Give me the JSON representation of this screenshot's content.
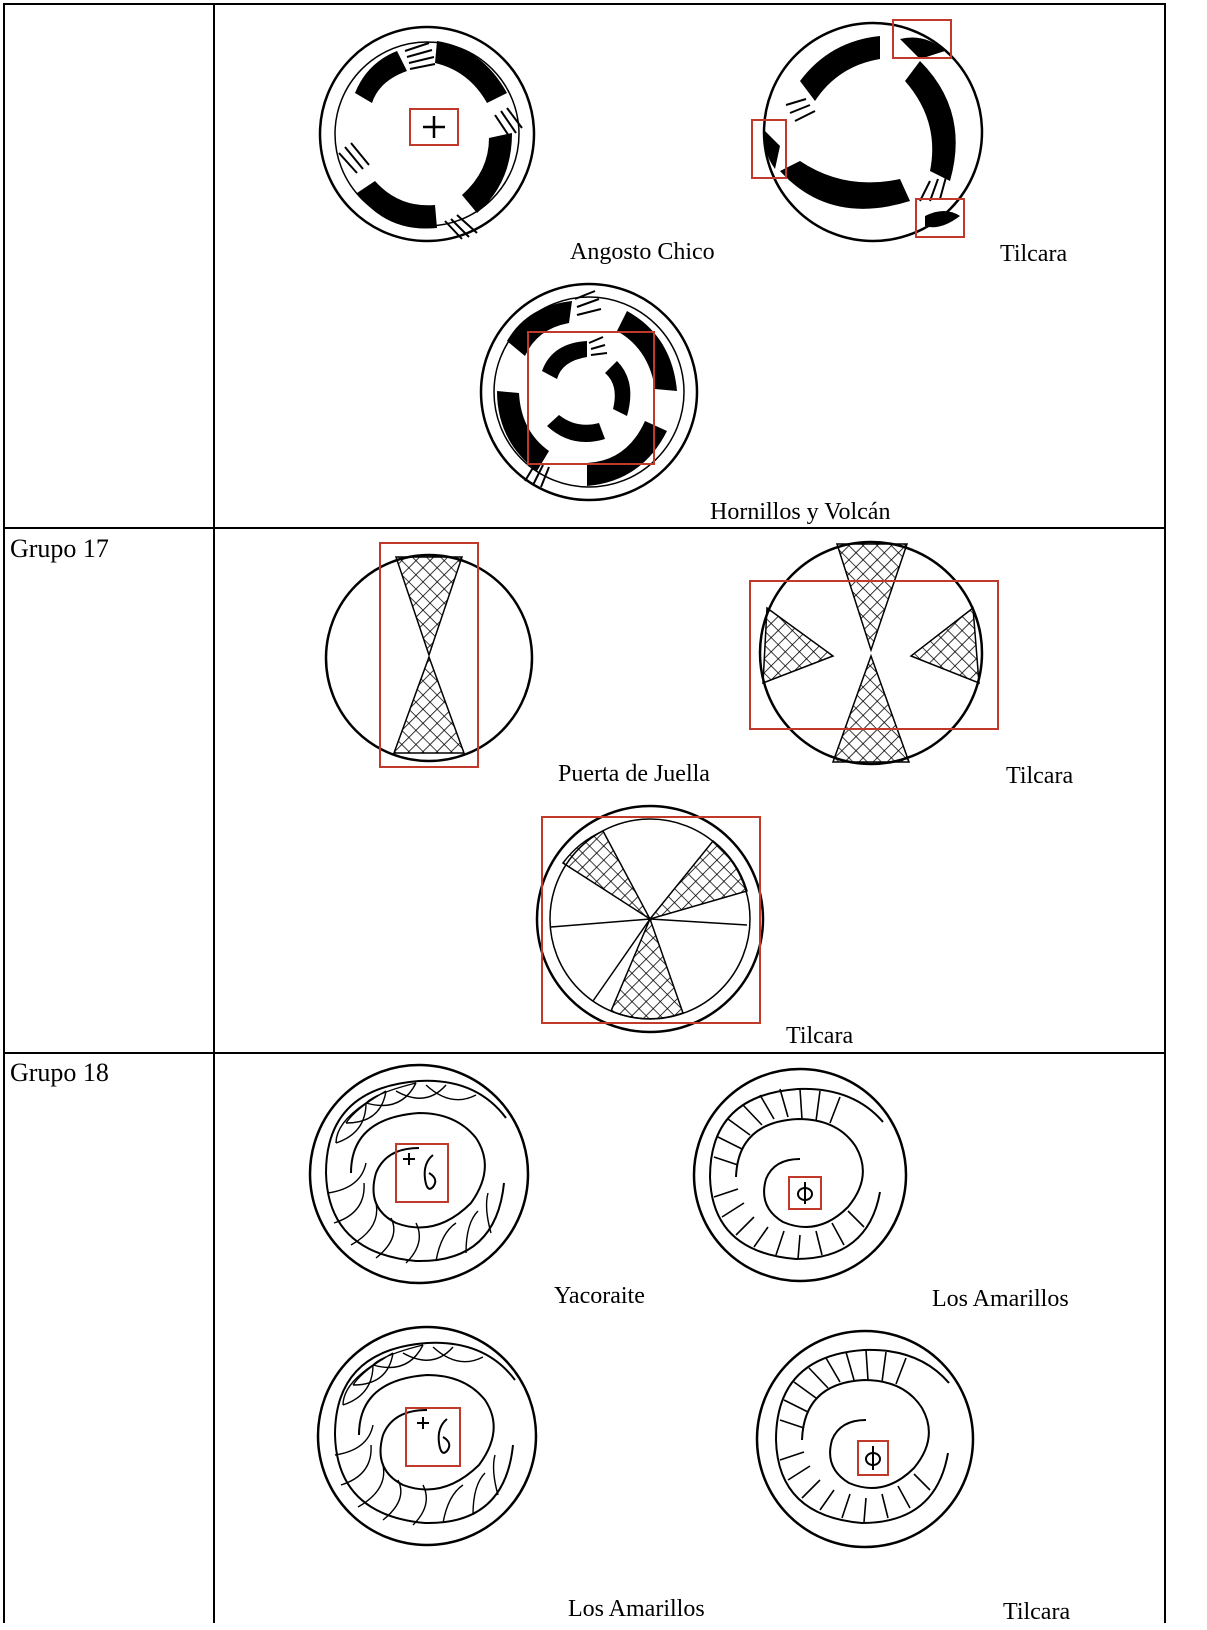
{
  "rows": [
    {
      "group": "",
      "figures": [
        {
          "caption": "Angosto Chico",
          "motif": "hand-motif-ring"
        },
        {
          "caption": "Tilcara",
          "motif": "hand-motif-bands"
        },
        {
          "caption": "Hornillos y Volcán",
          "motif": "hand-motif-double-ring"
        }
      ]
    },
    {
      "group": "Grupo 17",
      "figures": [
        {
          "caption": "Puerta de Juella",
          "motif": "crosshatched-hourglass"
        },
        {
          "caption": "Tilcara",
          "motif": "crosshatched-hourglass-with-side-triangles"
        },
        {
          "caption": "Tilcara",
          "motif": "crosshatched-three-sector"
        }
      ]
    },
    {
      "group": "Grupo 18",
      "figures": [
        {
          "caption": "Yacoraite",
          "motif": "crosshatched-spiral"
        },
        {
          "caption": "Los Amarillos",
          "motif": "ribbed-spiral"
        },
        {
          "caption": "Los Amarillos",
          "motif": "crosshatched-spiral"
        },
        {
          "caption": "Tilcara",
          "motif": "ribbed-spiral"
        }
      ]
    }
  ],
  "colors": {
    "highlight_box": "#c0392b",
    "ink": "#000000"
  }
}
